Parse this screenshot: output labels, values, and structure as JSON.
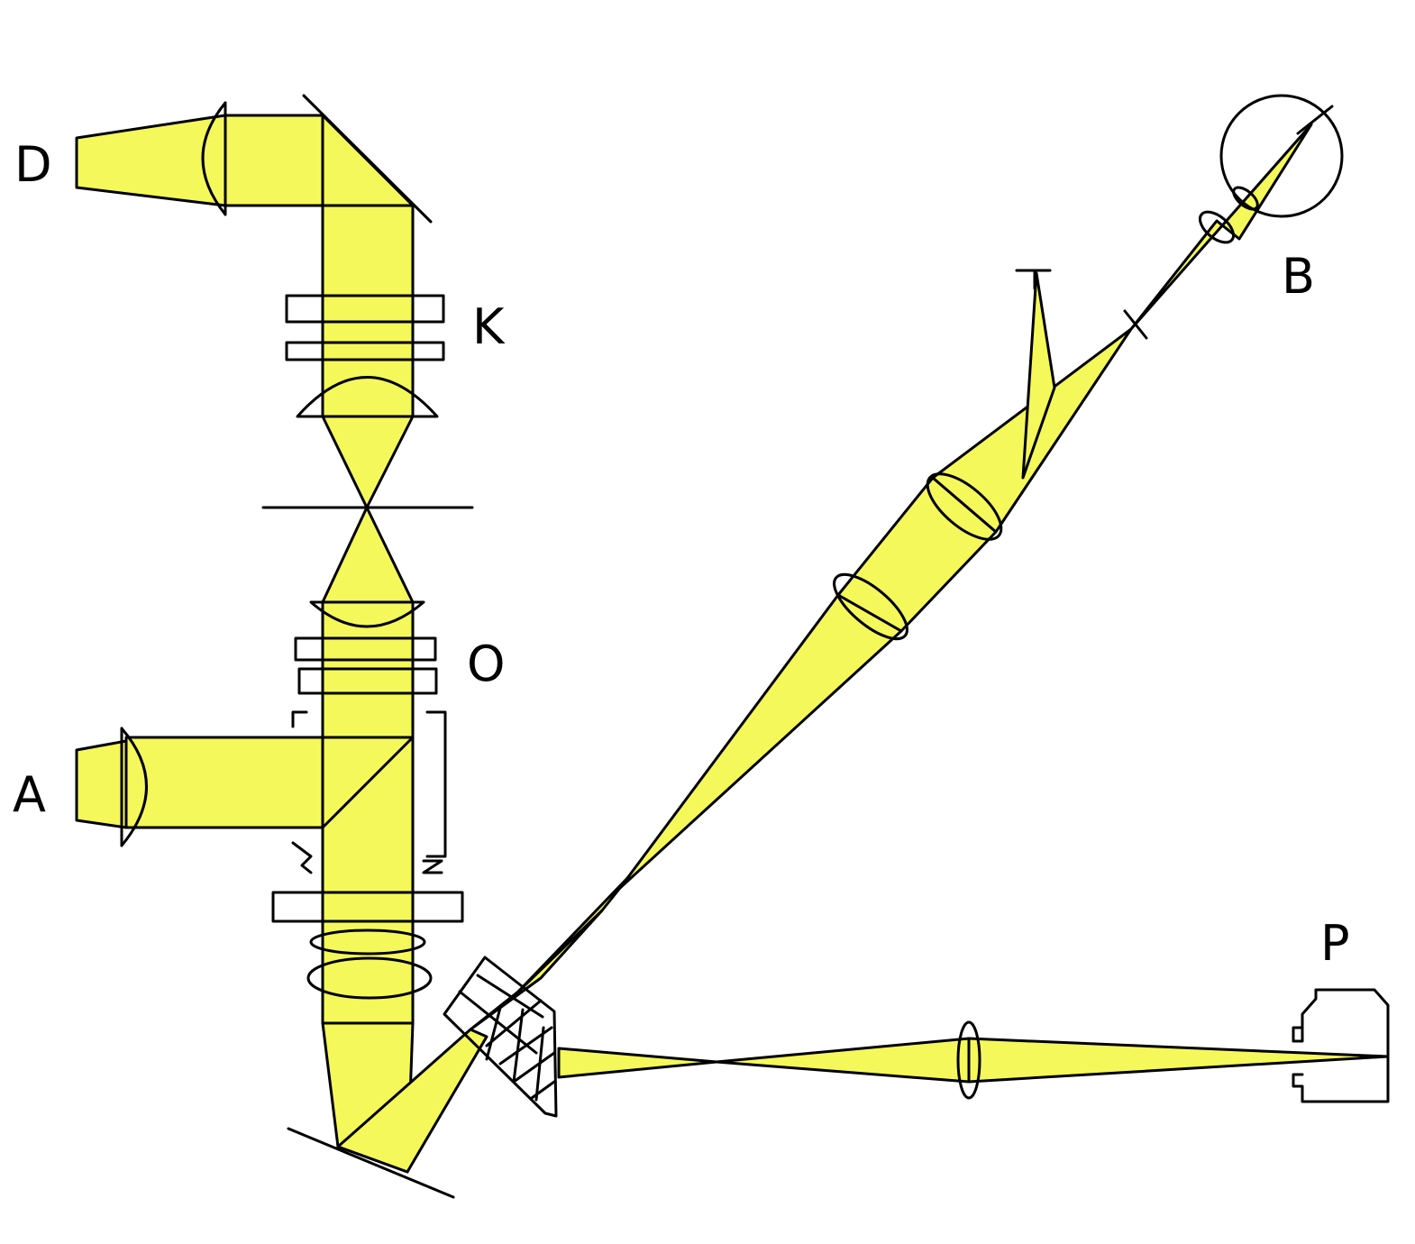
{
  "colors": {
    "beam": "#f5f85a",
    "line": "#000000",
    "background": "#ffffff"
  },
  "labels": {
    "d": "D",
    "k": "K",
    "o": "O",
    "a": "A",
    "b": "B",
    "p": "P"
  }
}
